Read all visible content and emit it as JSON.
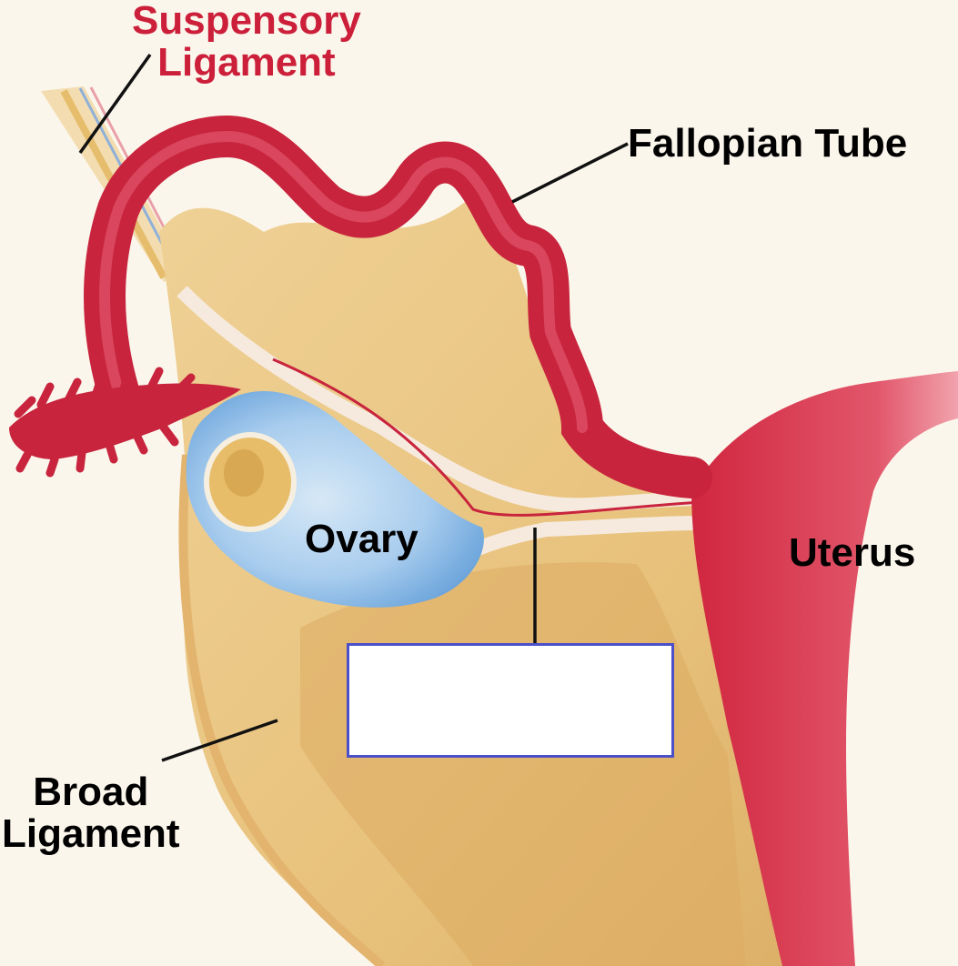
{
  "labels": {
    "suspensory_ligament": [
      "Suspensory",
      "Ligament"
    ],
    "fallopian_tube": "Fallopian Tube",
    "ovary": "Ovary",
    "uterus": "Uterus",
    "broad_ligament": [
      "Broad",
      "Ligament"
    ],
    "answer_box": ""
  },
  "colors": {
    "tube_red": "#c8243d",
    "ligament_tan": "#e8c07a",
    "ovary_blue": "#9fc6ea",
    "label_red": "#cc1f3a",
    "box_border": "#4b4fc8"
  }
}
